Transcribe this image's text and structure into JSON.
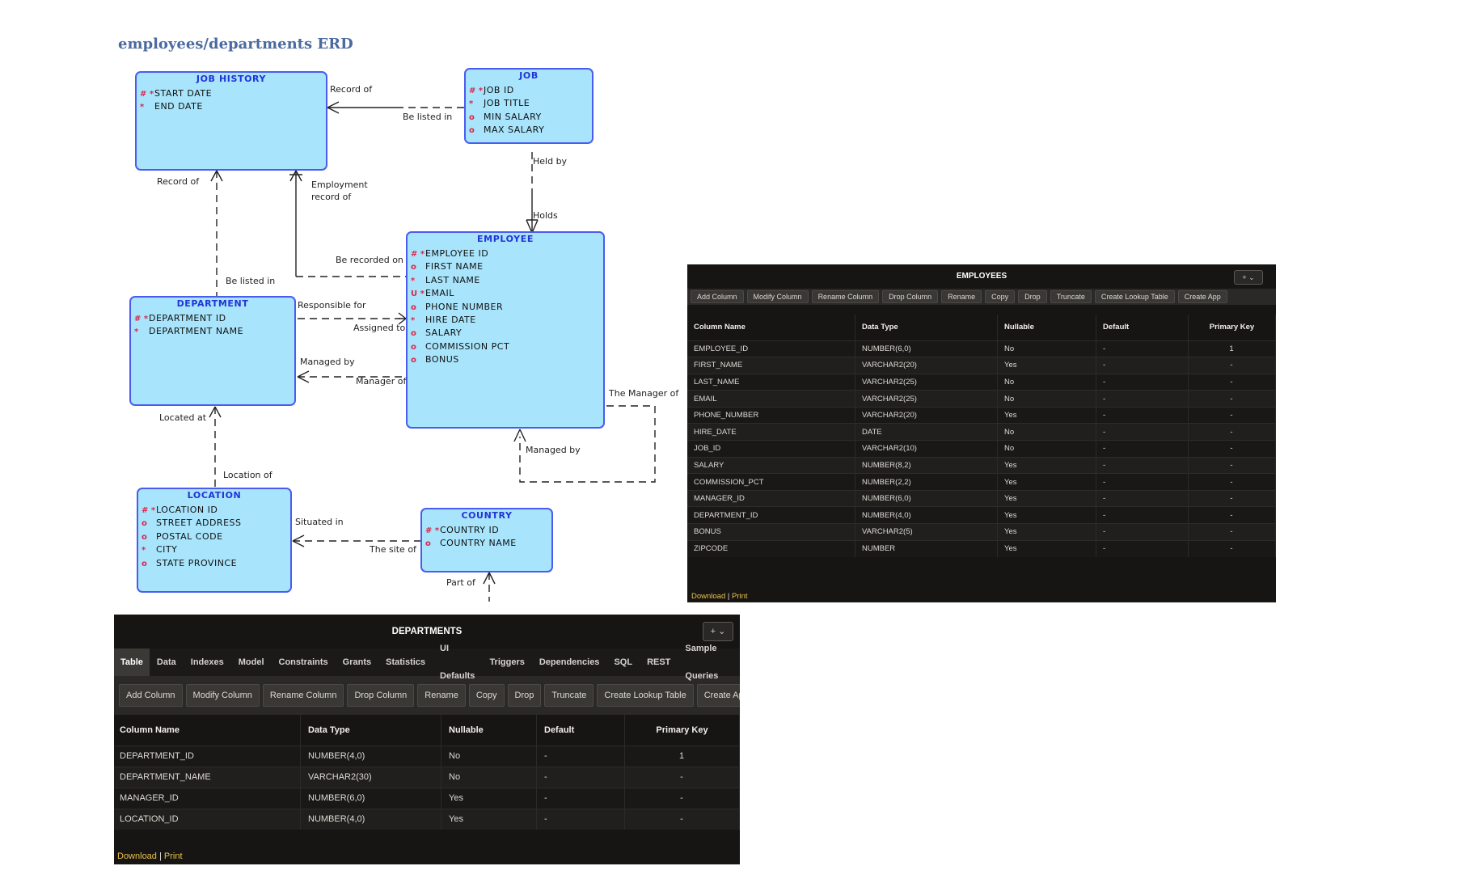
{
  "erd": {
    "title": "employees/departments ERD",
    "entities": {
      "job_history": {
        "name": "JOB HISTORY",
        "attrs": [
          {
            "mark": "# *",
            "label": "START DATE"
          },
          {
            "mark": "*",
            "label": "END DATE"
          }
        ]
      },
      "job": {
        "name": "JOB",
        "attrs": [
          {
            "mark": "# *",
            "label": "JOB ID"
          },
          {
            "mark": "*",
            "label": "JOB TITLE"
          },
          {
            "mark": "o",
            "label": "MIN SALARY"
          },
          {
            "mark": "o",
            "label": "MAX SALARY"
          }
        ]
      },
      "employee": {
        "name": "EMPLOYEE",
        "attrs": [
          {
            "mark": "# *",
            "label": "EMPLOYEE ID"
          },
          {
            "mark": "o",
            "label": "FIRST NAME"
          },
          {
            "mark": "*",
            "label": "LAST NAME"
          },
          {
            "mark": "U *",
            "label": "EMAIL"
          },
          {
            "mark": "o",
            "label": "PHONE NUMBER"
          },
          {
            "mark": "*",
            "label": "HIRE DATE"
          },
          {
            "mark": "o",
            "label": "SALARY"
          },
          {
            "mark": "o",
            "label": "COMMISSION PCT"
          },
          {
            "mark": "o",
            "label": "BONUS"
          }
        ]
      },
      "department": {
        "name": "DEPARTMENT",
        "attrs": [
          {
            "mark": "# *",
            "label": "DEPARTMENT ID"
          },
          {
            "mark": "*",
            "label": "DEPARTMENT NAME"
          }
        ]
      },
      "location": {
        "name": "LOCATION",
        "attrs": [
          {
            "mark": "# *",
            "label": "LOCATION ID"
          },
          {
            "mark": "o",
            "label": "STREET ADDRESS"
          },
          {
            "mark": "o",
            "label": "POSTAL CODE"
          },
          {
            "mark": "*",
            "label": "CITY"
          },
          {
            "mark": "o",
            "label": "STATE PROVINCE"
          }
        ]
      },
      "country": {
        "name": "COUNTRY",
        "attrs": [
          {
            "mark": "# *",
            "label": "COUNTRY ID"
          },
          {
            "mark": "o",
            "label": "COUNTRY NAME"
          }
        ]
      }
    },
    "rel_labels": {
      "record_of_1": "Record of",
      "be_listed_in_1": "Be listed in",
      "record_of_2": "Record of",
      "employment_record_of_1": "Employment",
      "employment_record_of_2": "record of",
      "held_by": "Held by",
      "holds": "Holds",
      "be_recorded_on": "Be recorded on",
      "be_listed_in_2": "Be listed in",
      "responsible_for": "Responsible for",
      "assigned_to": "Assigned to",
      "managed_by_1": "Managed by",
      "manager_of": "Manager of",
      "the_manager_of": "The Manager of",
      "located_at": "Located at",
      "managed_by_2": "Managed by",
      "location_of": "Location of",
      "situated_in": "Situated in",
      "the_site_of": "The site of",
      "part_of": "Part of"
    }
  },
  "employees_panel": {
    "title": "EMPLOYEES",
    "menu_button": "+ ⌄",
    "actions": [
      "Add Column",
      "Modify Column",
      "Rename Column",
      "Drop Column",
      "Rename",
      "Copy",
      "Drop",
      "Truncate",
      "Create Lookup Table",
      "Create App"
    ],
    "headers": [
      "Column Name",
      "Data Type",
      "Nullable",
      "Default",
      "Primary Key"
    ],
    "rows": [
      [
        "EMPLOYEE_ID",
        "NUMBER(6,0)",
        "No",
        "-",
        "1"
      ],
      [
        "FIRST_NAME",
        "VARCHAR2(20)",
        "Yes",
        "-",
        "-"
      ],
      [
        "LAST_NAME",
        "VARCHAR2(25)",
        "No",
        "-",
        "-"
      ],
      [
        "EMAIL",
        "VARCHAR2(25)",
        "No",
        "-",
        "-"
      ],
      [
        "PHONE_NUMBER",
        "VARCHAR2(20)",
        "Yes",
        "-",
        "-"
      ],
      [
        "HIRE_DATE",
        "DATE",
        "No",
        "-",
        "-"
      ],
      [
        "JOB_ID",
        "VARCHAR2(10)",
        "No",
        "-",
        "-"
      ],
      [
        "SALARY",
        "NUMBER(8,2)",
        "Yes",
        "-",
        "-"
      ],
      [
        "COMMISSION_PCT",
        "NUMBER(2,2)",
        "Yes",
        "-",
        "-"
      ],
      [
        "MANAGER_ID",
        "NUMBER(6,0)",
        "Yes",
        "-",
        "-"
      ],
      [
        "DEPARTMENT_ID",
        "NUMBER(4,0)",
        "Yes",
        "-",
        "-"
      ],
      [
        "BONUS",
        "VARCHAR2(5)",
        "Yes",
        "-",
        "-"
      ],
      [
        "ZIPCODE",
        "NUMBER",
        "Yes",
        "-",
        "-"
      ]
    ],
    "footer": {
      "download": "Download",
      "separator": "|",
      "print": "Print"
    }
  },
  "departments_panel": {
    "title": "DEPARTMENTS",
    "menu_button": "+ ⌄",
    "tabs": [
      "Table",
      "Data",
      "Indexes",
      "Model",
      "Constraints",
      "Grants",
      "Statistics",
      "UI Defaults",
      "Triggers",
      "Dependencies",
      "SQL",
      "REST",
      "Sample Queries"
    ],
    "active_tab": "Table",
    "actions": [
      "Add Column",
      "Modify Column",
      "Rename Column",
      "Drop Column",
      "Rename",
      "Copy",
      "Drop",
      "Truncate",
      "Create Lookup Table",
      "Create App"
    ],
    "headers": [
      "Column Name",
      "Data Type",
      "Nullable",
      "Default",
      "Primary Key"
    ],
    "rows": [
      [
        "DEPARTMENT_ID",
        "NUMBER(4,0)",
        "No",
        "-",
        "1"
      ],
      [
        "DEPARTMENT_NAME",
        "VARCHAR2(30)",
        "No",
        "-",
        "-"
      ],
      [
        "MANAGER_ID",
        "NUMBER(6,0)",
        "Yes",
        "-",
        "-"
      ],
      [
        "LOCATION_ID",
        "NUMBER(4,0)",
        "Yes",
        "-",
        "-"
      ]
    ],
    "footer": {
      "download": "Download",
      "separator": "|",
      "print": "Print"
    }
  }
}
